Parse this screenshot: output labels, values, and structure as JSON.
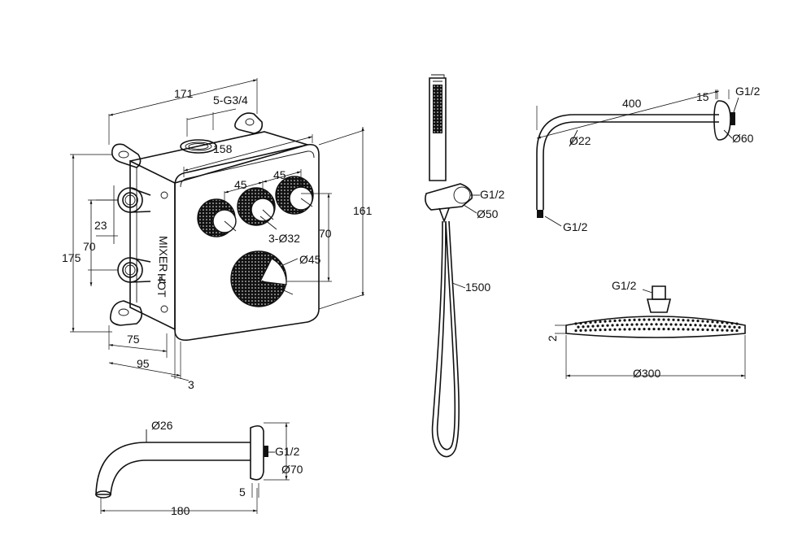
{
  "labels": {
    "valve_width": "171",
    "valve_outlets": "5-G3/4",
    "plate_width": "158",
    "knob_spacing_1": "45",
    "knob_spacing_2": "45",
    "plate_height": "161",
    "inlet_spacing": "23",
    "inlet_height": "70",
    "valve_height": "175",
    "knob_offset": "70",
    "small_knobs": "3-Ø32",
    "main_knob": "Ø45",
    "depth_1": "75",
    "depth_2": "95",
    "plate_thickness": "3",
    "hand_connection": "G1/2",
    "hand_holder_dia": "Ø50",
    "hose_length": "1500",
    "arm_length": "400",
    "arm_offset": "15",
    "arm_thread_wall": "G1/2",
    "arm_tube_dia": "Ø22",
    "arm_flange_dia": "Ø60",
    "arm_thread_head": "G1/2",
    "head_connection": "G1/2",
    "head_thickness": "2",
    "head_diameter": "Ø300",
    "spout_tube_dia": "Ø26",
    "spout_thread": "G1/2",
    "spout_flange_dia": "Ø70",
    "spout_flange_thick": "5",
    "spout_length": "180"
  },
  "product_marks": {
    "hot_label": "HOT",
    "valve_print": "MIXER ⊿"
  },
  "colors": {
    "line": "#111111",
    "background": "#ffffff"
  }
}
